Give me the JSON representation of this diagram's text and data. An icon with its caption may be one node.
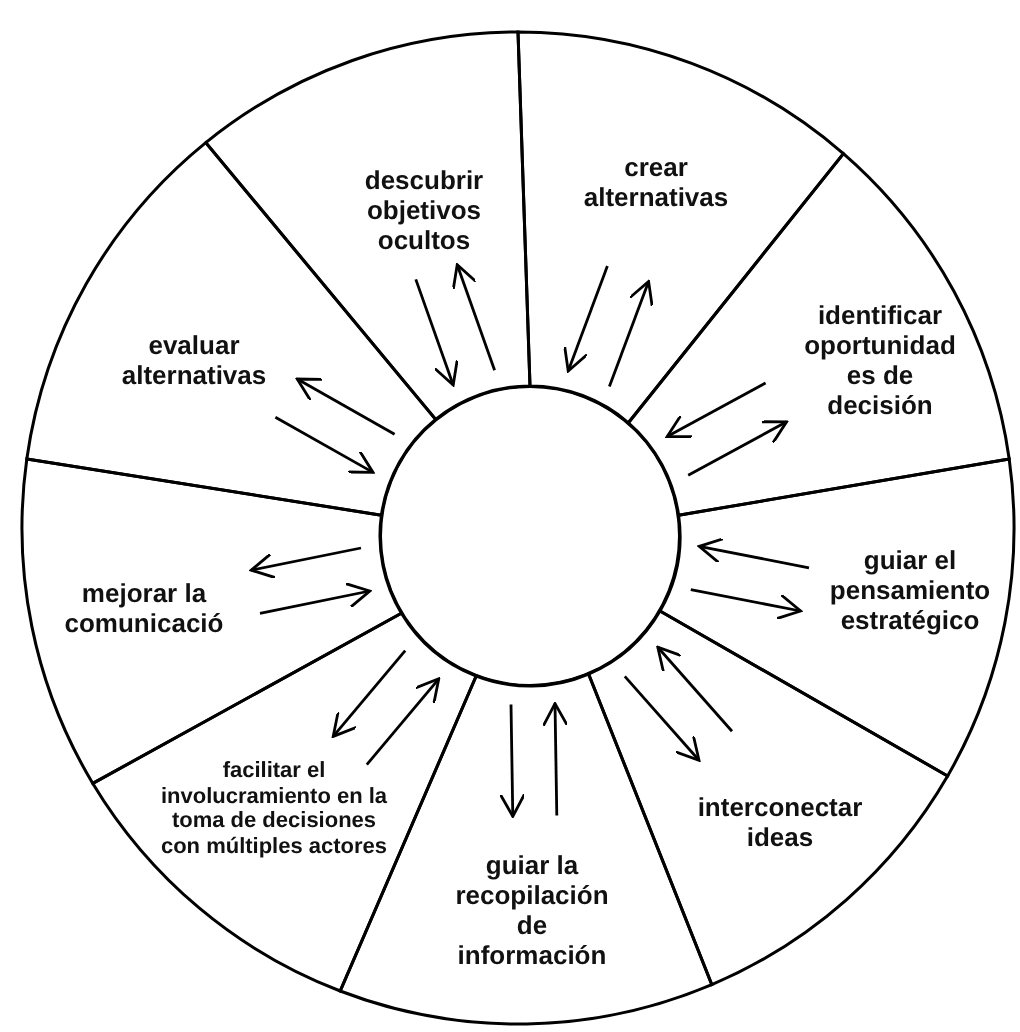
{
  "diagram": {
    "nodes": [
      {
        "text": [],
        "shape": "circle"
      },
      {
        "text": [
          "descubrir objetivos ocultos"
        ]
      },
      {
        "text": [
          "crear alternativas"
        ]
      },
      {
        "text": [
          "evaluar alternativas"
        ]
      },
      {
        "text": [
          "identificar oportunidad es de decisión"
        ]
      },
      {
        "text": [
          "mejorar la comunicació"
        ]
      },
      {
        "text": [
          "guiar el pensamiento estratégico"
        ]
      },
      {
        "text": [
          "facilitar el involucramiento en la toma de decisiones con múltiples actores"
        ]
      },
      {
        "text": [
          "interconectar ideas"
        ]
      },
      {
        "text": [
          "guiar la recopilación de información"
        ]
      }
    ],
    "edges": [
      {
        "from": 0,
        "to": 1,
        "arrow": "to"
      },
      {
        "from": 1,
        "to": 0,
        "arrow": "to"
      },
      {
        "from": 0,
        "to": 2,
        "arrow": "to"
      },
      {
        "from": 2,
        "to": 0,
        "arrow": "to"
      },
      {
        "from": 0,
        "to": 3,
        "arrow": "to"
      },
      {
        "from": 3,
        "to": 0,
        "arrow": "to"
      },
      {
        "from": 0,
        "to": 4,
        "arrow": "to"
      },
      {
        "from": 4,
        "to": 0,
        "arrow": "to"
      },
      {
        "from": 0,
        "to": 5,
        "arrow": "to"
      },
      {
        "from": 5,
        "to": 0,
        "arrow": "to"
      },
      {
        "from": 0,
        "to": 6,
        "arrow": "to"
      },
      {
        "from": 6,
        "to": 0,
        "arrow": "to"
      },
      {
        "from": 0,
        "to": 7,
        "arrow": "to"
      },
      {
        "from": 7,
        "to": 0,
        "arrow": "to"
      },
      {
        "from": 0,
        "to": 8,
        "arrow": "to"
      },
      {
        "from": 8,
        "to": 0,
        "arrow": "to"
      },
      {
        "from": 0,
        "to": 9,
        "arrow": "to"
      },
      {
        "from": 9,
        "to": 0,
        "arrow": "to"
      }
    ]
  }
}
